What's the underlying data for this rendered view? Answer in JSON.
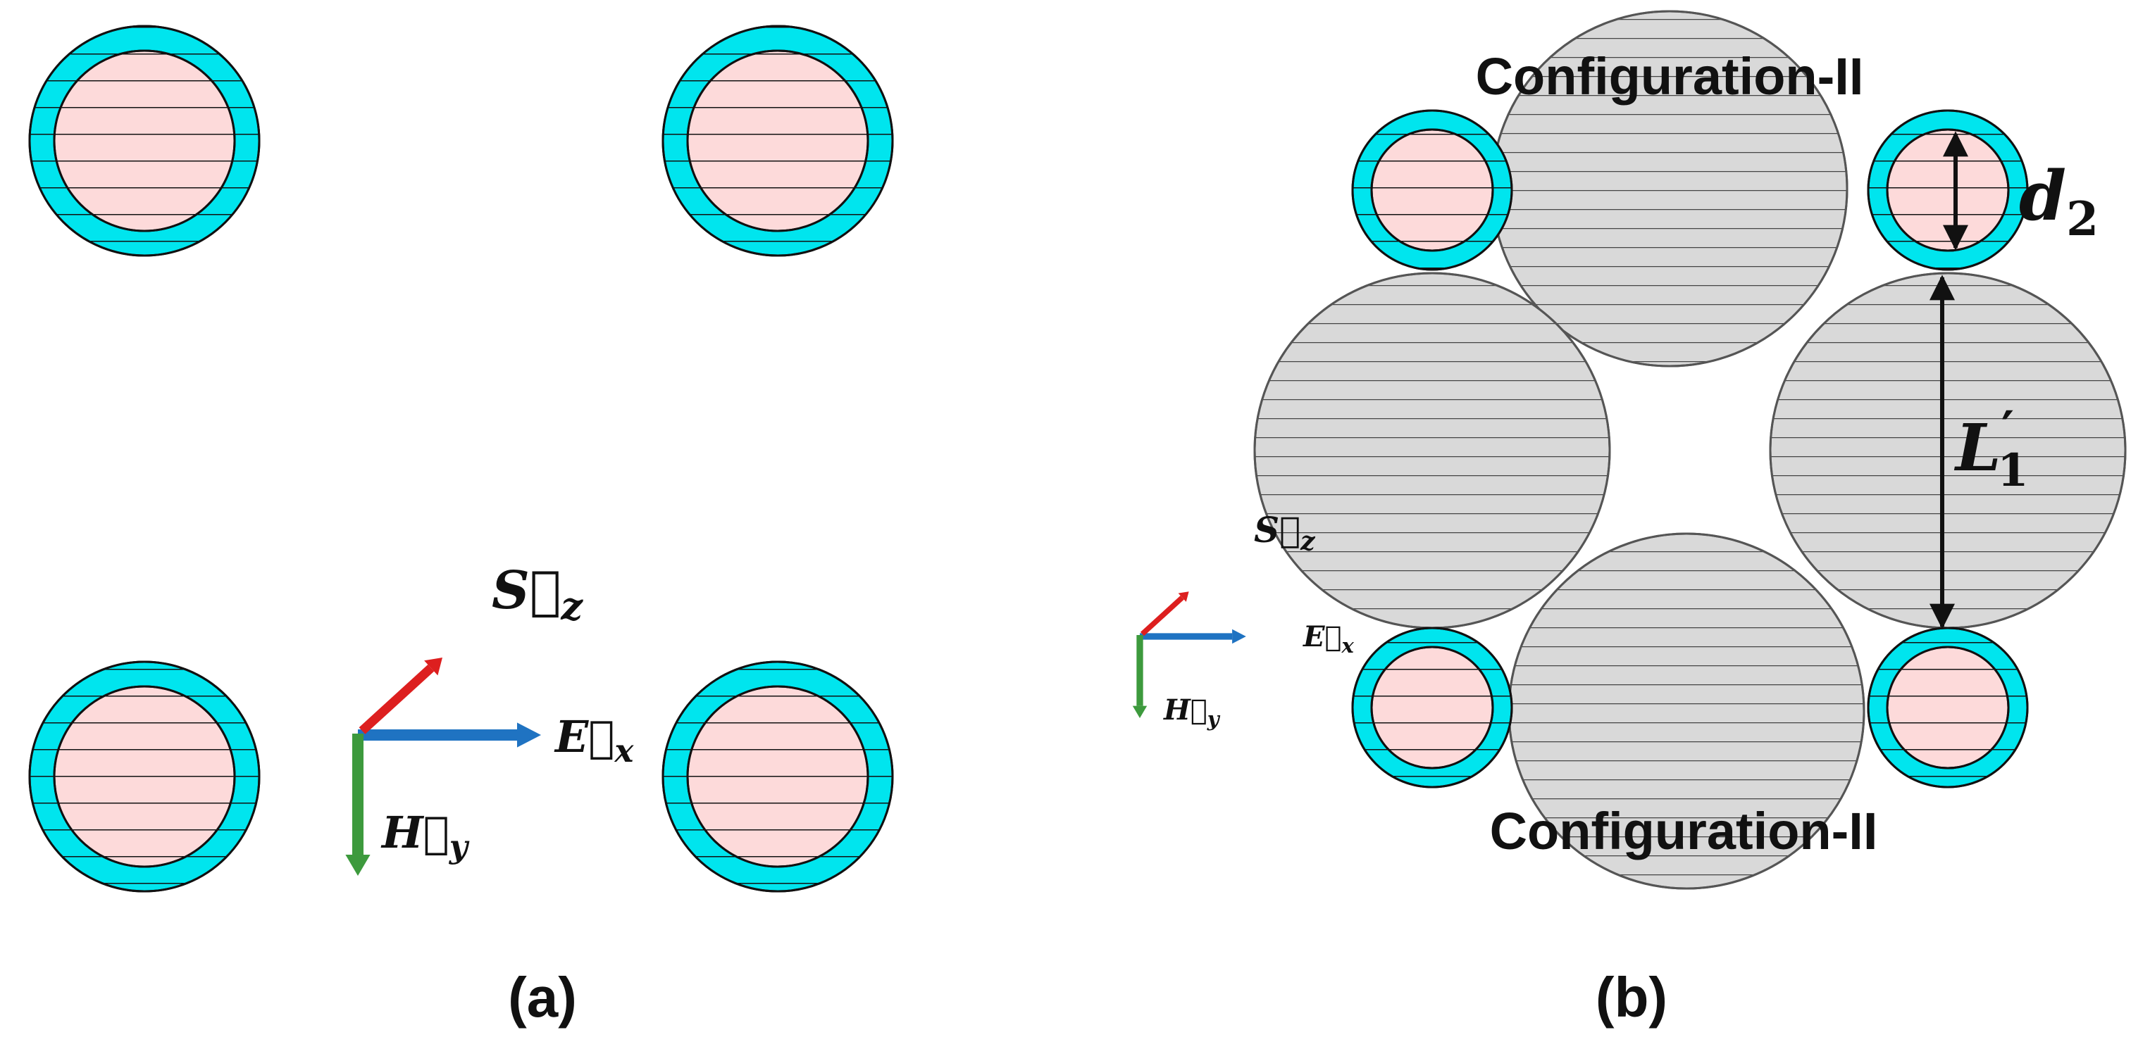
{
  "panels": {
    "a": {
      "caption": "(a)"
    },
    "b": {
      "caption": "(b)"
    }
  },
  "labels": {
    "config_top": "Configuration-II",
    "config_bottom": "Configuration-II",
    "d2_base": "d",
    "d2_sub": "2",
    "L1_base": "L",
    "L1_prime": "′",
    "L1_sub": "1"
  },
  "vectors": {
    "S": {
      "letter": "S",
      "sub": "z",
      "arrow": "⃗",
      "color": "#dd1f1f"
    },
    "E": {
      "letter": "E",
      "sub": "x",
      "arrow": "⃗",
      "color": "#1f73c2"
    },
    "H": {
      "letter": "H",
      "sub": "y",
      "arrow": "⃗",
      "color": "#3d9a3d"
    }
  },
  "colors": {
    "coating": "#00e5ee",
    "core": "#fddada",
    "large_disk": "#d9d9d9",
    "outline": "#111111"
  }
}
